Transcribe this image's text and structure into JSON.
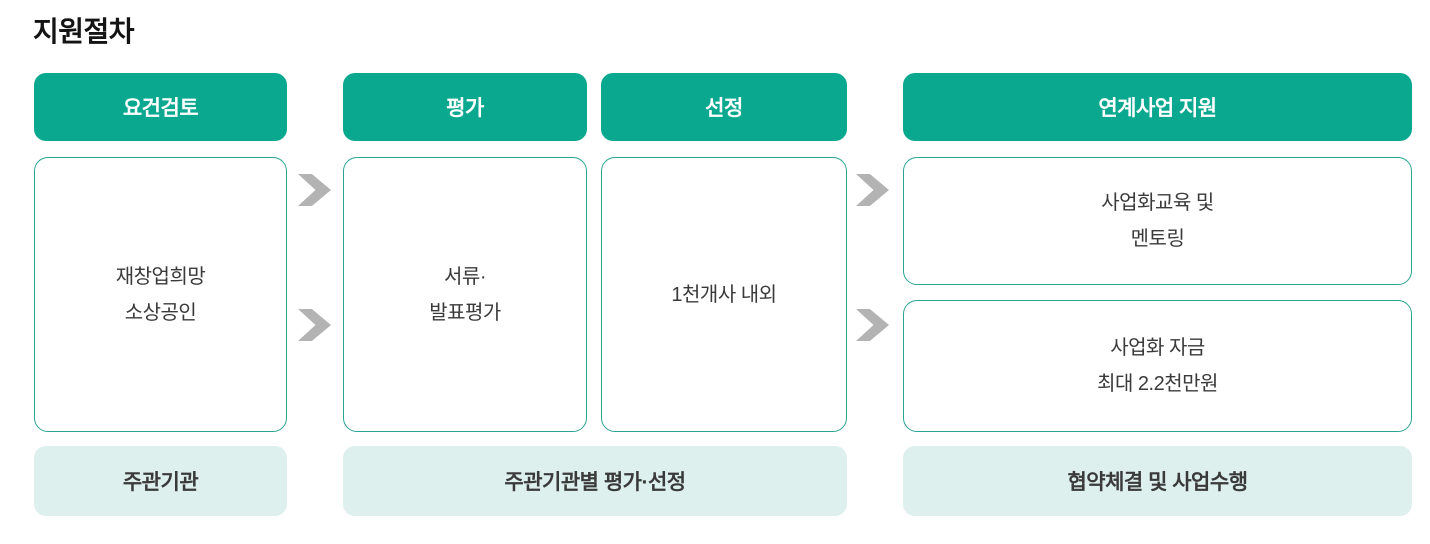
{
  "title": "지원절차",
  "steps": {
    "requirements": {
      "header": "요건검토",
      "body": [
        "재창업희망",
        "소상공인"
      ],
      "footer": "주관기관"
    },
    "evaluation": {
      "header": "평가",
      "body": [
        "서류·",
        "발표평가"
      ]
    },
    "selection": {
      "header": "선정",
      "body": [
        "1천개사 내외"
      ]
    },
    "evaluation_selection": {
      "footer": "주관기관별 평가·선정"
    },
    "linked_support": {
      "header": "연계사업 지원",
      "box1": [
        "사업화교육 및",
        "멘토링"
      ],
      "box2": [
        "사업화 자금",
        "최대 2.2천만원"
      ],
      "footer": "협약체결 및 사업수행"
    }
  },
  "icons": {
    "flow_arrow": "chevron-right"
  },
  "colors": {
    "header_bg": "#0BA890",
    "header_text": "#FFFFFF",
    "box_border": "#2AA493",
    "box_text": "#3A3A3A",
    "footer_bg": "#DEF0ED",
    "footer_text": "#3A3A3A",
    "arrow": "#B3B3B3",
    "title_text": "#141414",
    "background": "#FFFFFF"
  }
}
